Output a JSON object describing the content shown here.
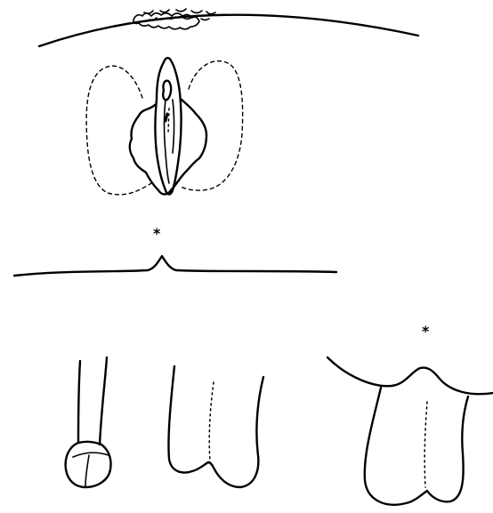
{
  "figure": {
    "panels": [
      {
        "id": "panel-top-external-view"
      },
      {
        "id": "panel-middle-perineum-outline"
      },
      {
        "id": "panel-bottom-left-small-structure"
      },
      {
        "id": "panel-bottom-center-structure"
      },
      {
        "id": "panel-bottom-right-structure"
      }
    ],
    "markers": [
      "*",
      "*"
    ],
    "colors": {
      "ink": "#000000",
      "background": "#ffffff"
    }
  }
}
